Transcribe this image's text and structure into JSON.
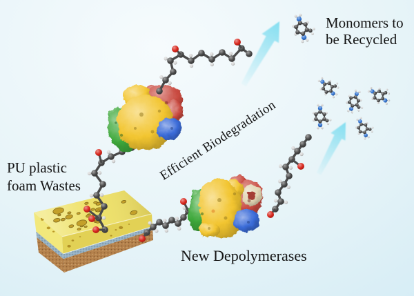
{
  "figure": {
    "description": "Schematic of polyurethane foam waste degraded by new depolymerase enzymes into recyclable monomers",
    "labels": {
      "pu_waste_line1": "PU plastic",
      "pu_waste_line2": "foam Wastes",
      "process": "Efficient Biodegradation",
      "enzymes": "New Depolymerases",
      "monomers_line1": "Monomers to",
      "monomers_line2": "be Recycled"
    },
    "colors": {
      "background_top": "#f6fbfd",
      "background_mid": "#e7f4f8",
      "background_bottom": "#cde9f4",
      "arrow": "#7eddf0",
      "sponge_yellow": "#eee169",
      "sponge_yellow_front": "#e2d155",
      "sponge_yellow_side": "#f2e87c",
      "sponge_hole": "#c4a02a",
      "sponge_blue_layer": "#95b1c4",
      "sponge_brown_layer": "#b5824d",
      "protein_yellow": "#f2c530",
      "protein_green": "#3ea83b",
      "protein_red": "#c8493f",
      "protein_blue": "#3a6bd8",
      "protein_cream": "#e2d6b4",
      "atom_carbon": "#474747",
      "atom_hydrogen": "#d6d6d6",
      "atom_oxygen": "#d8261c",
      "atom_nitrogen": "#3173d0",
      "text": "#141414"
    }
  }
}
